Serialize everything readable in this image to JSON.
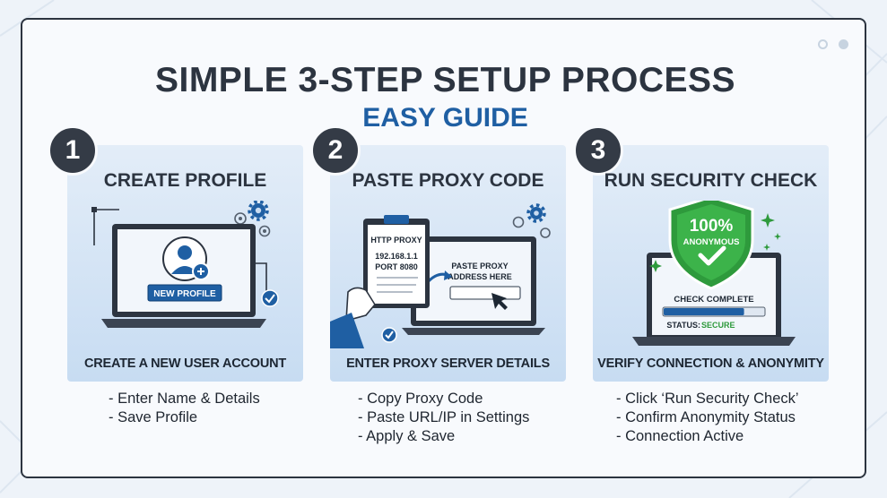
{
  "header": {
    "title": "SIMPLE 3-STEP SETUP PROCESS",
    "subtitle": "EASY GUIDE"
  },
  "steps": [
    {
      "number": "1",
      "title": "CREATE PROFILE",
      "caption": "CREATE A NEW USER ACCOUNT",
      "art": {
        "button_label": "NEW PROFILE"
      },
      "bullets": [
        "- Enter Name & Details",
        "- Save Profile"
      ]
    },
    {
      "number": "2",
      "title": "PASTE PROXY CODE",
      "caption": "ENTER PROXY SERVER DETAILS",
      "art": {
        "clipboard_header": "HTTP PROXY",
        "clipboard_ip": "192.168.1.1",
        "clipboard_port": "PORT 8080",
        "screen_label_line1": "PASTE PROXY",
        "screen_label_line2": "ADDRESS HERE"
      },
      "bullets": [
        "- Copy Proxy Code",
        "- Paste URL/IP in Settings",
        "- Apply & Save"
      ]
    },
    {
      "number": "3",
      "title": "RUN SECURITY CHECK",
      "caption": "VERIFY CONNECTION & ANONYMITY",
      "art": {
        "shield_percent": "100%",
        "shield_label": "ANONYMOUS",
        "check_label": "CHECK COMPLETE",
        "status_prefix": "STATUS: ",
        "status_value": "SECURE",
        "progress": 0.8
      },
      "bullets": [
        "- Click ‘Run Security Check’",
        "- Confirm Anonymity Status",
        "- Connection Active"
      ]
    }
  ],
  "colors": {
    "brand_blue": "#1f5fa3",
    "dark": "#2c3440",
    "success_green": "#2e9a3c"
  }
}
